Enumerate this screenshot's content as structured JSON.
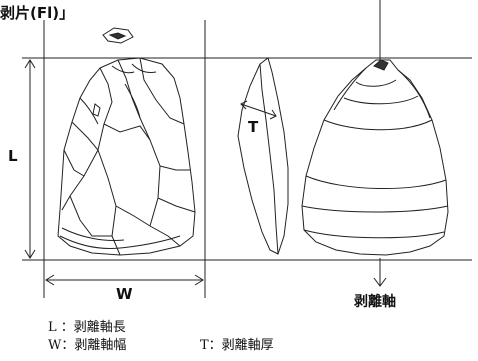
{
  "title": "剥片(Fl)」",
  "labels": {
    "length": "L",
    "width": "W",
    "thickness": "T",
    "axis": "剥離軸"
  },
  "legend": {
    "line1": "L ：剥離軸長",
    "line2_a": "W：剥離軸幅",
    "line2_b": "T：剥離軸厚"
  }
}
